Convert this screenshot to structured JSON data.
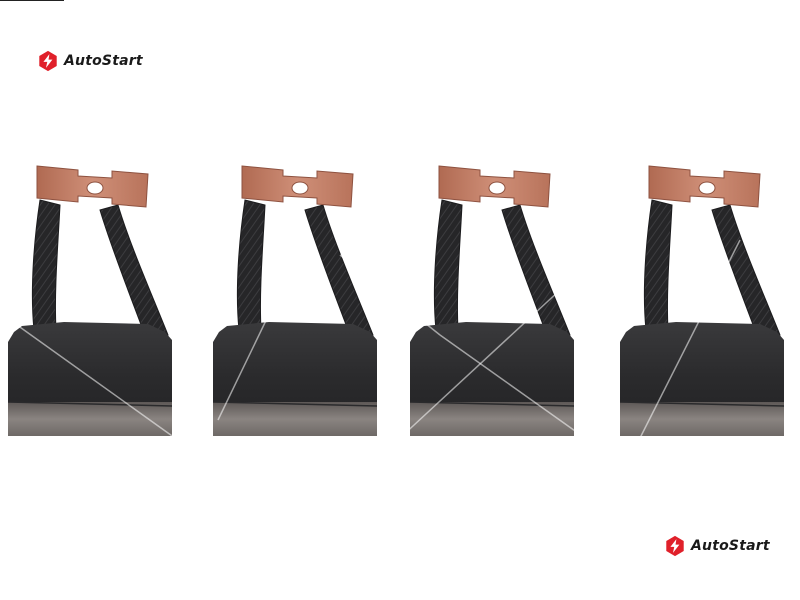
{
  "brand": {
    "name": "AutoStart",
    "accent_color": "#e0202a",
    "text_color": "#1a1a1a"
  },
  "logos": [
    {
      "position": "top-left",
      "icon": "autostart-logo-icon"
    },
    {
      "position": "bottom-right",
      "icon": "autostart-logo-icon"
    }
  ],
  "photo": {
    "item_count": 4,
    "colors": {
      "carbon": "#2e2e30",
      "carbon_face": "#7a7572",
      "copper_plate": "#c0806a",
      "braid": "#2a2a2c"
    }
  }
}
